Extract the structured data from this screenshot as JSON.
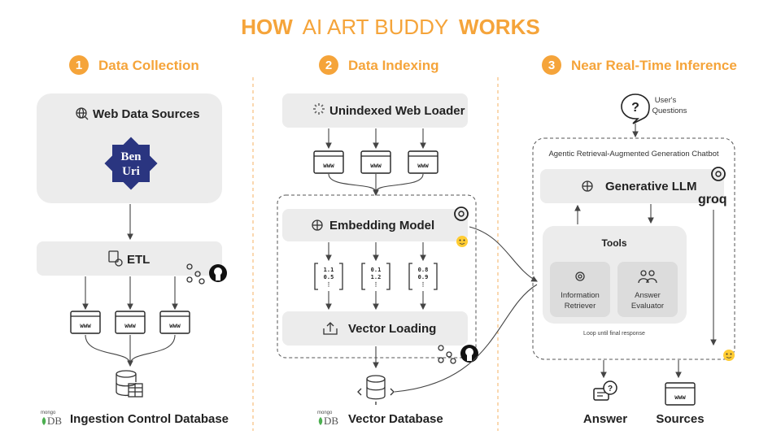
{
  "title": {
    "prefix": "HOW",
    "middle": "AI ART BUDDY",
    "suffix": "WORKS"
  },
  "sections": [
    {
      "num": "1",
      "label": "Data Collection"
    },
    {
      "num": "2",
      "label": "Data Indexing"
    },
    {
      "num": "3",
      "label": "Near Real-Time Inference"
    }
  ],
  "collection": {
    "sources_label": "Web Data Sources",
    "logo_text_top": "Ben",
    "logo_text_bottom": "Uri",
    "etl_label": "ETL",
    "www": "www",
    "db_label": "Ingestion Control Database"
  },
  "indexing": {
    "loader_label": "Unindexed Web Loader",
    "embedding_label": "Embedding Model",
    "vectors": [
      {
        "a": "1.1",
        "b": "0.5",
        "c": "⋮"
      },
      {
        "a": "0.1",
        "b": "1.2",
        "c": "⋮"
      },
      {
        "a": "0.8",
        "b": "0.9",
        "c": "⋮"
      }
    ],
    "vector_loading_label": "Vector Loading",
    "db_label": "Vector Database"
  },
  "inference": {
    "question_label_1": "User's",
    "question_label_2": "Questions",
    "chatbot_label": "Agentic Retrieval-Augmented Generation Chatbot",
    "llm_label": "Generative LLM",
    "groq_label": "groq",
    "tools_label": "Tools",
    "retriever_1": "Information",
    "retriever_2": "Retriever",
    "evaluator_1": "Answer",
    "evaluator_2": "Evaluator",
    "loop_label": "Loop until final response",
    "answer_label": "Answer",
    "sources_label": "Sources"
  },
  "mongo": {
    "small": "mongo",
    "db": "DB"
  },
  "colors": {
    "accent": "#f5a43a",
    "box": "#ececec",
    "benuri": "#2a3580",
    "mongo_leaf": "#4caf50",
    "hf": "#ffcc33"
  }
}
